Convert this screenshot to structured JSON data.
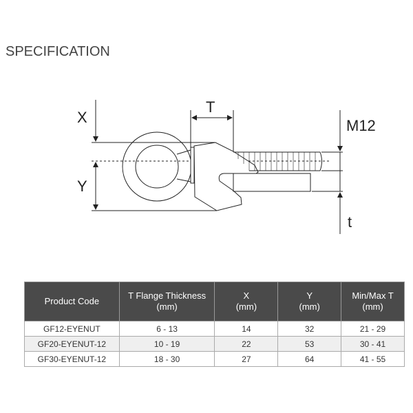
{
  "title": "SPECIFICATION",
  "diagram": {
    "labels": {
      "x": "X",
      "y": "Y",
      "t_upper": "T",
      "m12": "M12",
      "t_lower": "t"
    }
  },
  "table": {
    "headers": [
      {
        "line1": "Product Code",
        "line2": ""
      },
      {
        "line1": "T Flange Thickness",
        "line2": "(mm)"
      },
      {
        "line1": "X",
        "line2": "(mm)"
      },
      {
        "line1": "Y",
        "line2": "(mm)"
      },
      {
        "line1": "Min/Max T",
        "line2": "(mm)"
      }
    ],
    "rows": [
      [
        "GF12-EYENUT",
        "6 - 13",
        "14",
        "32",
        "21 - 29"
      ],
      [
        "GF20-EYENUT-12",
        "10 - 19",
        "22",
        "53",
        "30 - 41"
      ],
      [
        "GF30-EYENUT-12",
        "18 - 30",
        "27",
        "64",
        "41 - 55"
      ]
    ]
  }
}
